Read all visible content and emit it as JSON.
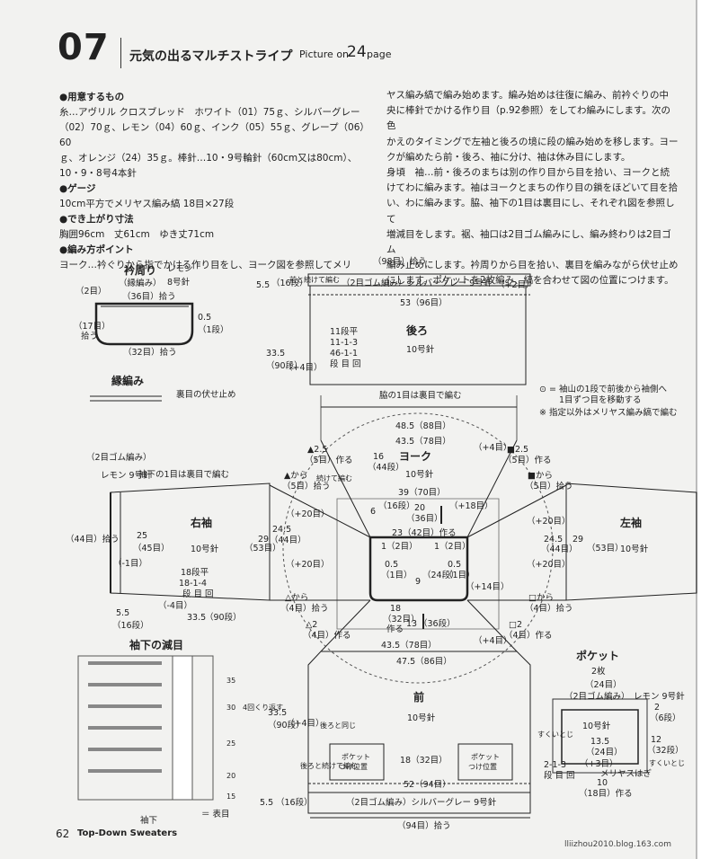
{
  "header": {
    "number": "07",
    "title": "元気の出るマルチストライプ",
    "picture_on": "Picture on",
    "page_ref": "24",
    "page_word": "page"
  },
  "materials": {
    "heading": "●用意するもの",
    "line1": "糸…アヴリル クロスブレッド　ホワイト（01）75ｇ、シルバーグレー",
    "line2": "（02）70ｇ、レモン（04）60ｇ、インク（05）55ｇ、グレープ（06）60",
    "line3": "ｇ、オレンジ（24）35ｇ。棒針…10・9号輪針（60cm又は80cm）、",
    "line4": "10・9・8号4本針"
  },
  "gauge": {
    "heading": "●ゲージ",
    "text": "10cm平方でメリヤス編み縞 18目×27段"
  },
  "size": {
    "heading": "●でき上がり寸法",
    "text": "胸囲96cm　丈61cm　ゆき丈71cm"
  },
  "method": {
    "heading": "●編み方ポイント",
    "line1": "ヨーク…衿ぐりから指でかける作り目をし、ヨーク図を参照してメリ"
  },
  "right_text": {
    "l1": "ヤス編み縞で編み始めます。編み始めは往復に編み、前衿ぐりの中",
    "l2": "央に棒針でかける作り目（p.92参照）をしてわ編みにします。次の色",
    "l3": "かえのタイミングで左袖と後ろの境に段の編み始めを移します。ヨー",
    "l4": "クが編めたら前・後ろ、袖に分け、袖は休み目にします。",
    "l5": "身頃　袖…前・後ろのまちは別の作り目から目を拾い、ヨークと続",
    "l6": "けてわに編みます。袖はヨークとまちの作り目の鎖をほどいて目を拾",
    "l7": "い、わに編みます。脇、袖下の1目は裏目にし、それぞれ図を参照して",
    "l8": "増減目をします。裾、袖口は2目ゴム編みにし、編み終わりは2目ゴム",
    "l9": "編み止めにします。衿周りから目を拾い、裏目を編みながら伏せ止め",
    "l10": "にします。ポケットを2枚編み、縞を合わせて図の位置につけます。"
  },
  "diagram": {
    "collar_title": "衿周り",
    "collar_color": "レモン",
    "collar_stitch": "（縁編み）",
    "collar_needle": "8号針",
    "collar_36": "（36目）拾う",
    "collar_2": "（2目）",
    "collar_17": "（17目）",
    "collar_pick": "拾う",
    "collar_32": "（32目）拾う",
    "collar_05": "0.5",
    "collar_1": "（1段）",
    "edge_title": "縁編み",
    "edge_note": "裏目の伏せ止め",
    "back_98": "（98目）拾う",
    "back_rib": "（2目ゴム編み）シルバーグレー 9号針",
    "back_plus2": "（+2目）",
    "back_53": "53（96目）",
    "back_title": "後ろ",
    "back_needle": "10号針",
    "back_11": "11段平",
    "back_11b": "11-1-3",
    "back_46": "46-1-1",
    "back_step": "段 目 回",
    "back_front_cont": "前と続けて編む",
    "back_55": "5.5",
    "back_16": "（16段）",
    "back_335": "33.5",
    "back_90": "（90段）",
    "back_plus4": "（+4目）",
    "back_side": "脇の1目は裏目で編む",
    "back_485": "48.5（88目）",
    "back_435": "43.5（78目）",
    "back_plus4b": "（+4目）",
    "legend_note1": "⊙ = 袖山の1段で前後から袖側へ",
    "legend_note2": "1目ずつ目を移動する",
    "legend_note3": "※ 指定以外はメリヤス編み縞で編む",
    "yoke_title": "ヨーク",
    "yoke_needle": "10号針",
    "yoke_16": "16",
    "yoke_44": "（44段）",
    "yoke_39": "39（70目）",
    "yoke_20": "20",
    "yoke_36": "（36目）",
    "yoke_plus18": "（+18目）",
    "yoke_6": "6",
    "yoke_16b": "（16段）",
    "yoke_23": "23（42目）作る",
    "yoke_1a": "1（2目）",
    "yoke_1b": "1（2目）",
    "yoke_05a": "0.5",
    "yoke_05b": "0.5",
    "yoke_1c": "（1目）",
    "yoke_1d": "（1目）",
    "yoke_9": "9",
    "yoke_24": "（24段）",
    "yoke_plus14": "（+14目）",
    "yoke_18": "18",
    "yoke_32": "（32目）",
    "yoke_make": "作る",
    "yoke_13": "13",
    "yoke_36b": "（36段）",
    "tri_a": "▲2.5",
    "tri_a2": "（5目）作る",
    "tri_b": "▲から",
    "tri_b2": "（5目）拾う",
    "sq_a": "■2.5",
    "sq_a2": "（5目）作る",
    "sq_b": "■から",
    "sq_b2": "（5目）拾う",
    "cont_knit": "続けて編む",
    "plus20a": "（+20目）",
    "plus20b": "（+20目）",
    "plus20c": "（+20目）",
    "plus20d": "（+20目）",
    "r_sleeve": "右袖",
    "l_sleeve": "左袖",
    "sleeve_needle": "10号針",
    "sleeve_needle2": "10号針",
    "sleeve_under": "袖下の1目は裏目で編む",
    "rib_label": "（2目ゴム編み）",
    "rib_color": "レモン 9号針",
    "s_44": "（44目）拾う",
    "s_25": "25",
    "s_45": "（45目）",
    "s_minus1": "（-1目）",
    "s_29": "29",
    "s_53": "（53目）",
    "s_245": "24.5",
    "s_44b": "（44目）",
    "s_18": "18段平",
    "s_18b": "18-1-4",
    "s_step": "段 目 回",
    "s_minus4": "（-4目）",
    "s_55": "5.5",
    "s_16": "（16段）",
    "s_335": "33.5",
    "s_90": "（90段）",
    "tri_c": "△から",
    "tri_c2": "（4目）拾う",
    "sq_c": "□から",
    "sq_c2": "（4目）拾う",
    "tri_d": "△2",
    "tri_d2": "（4目）作る",
    "sq_d": "□2",
    "sq_d2": "（4目）作る",
    "ls_29": "29",
    "ls_53": "（53目）",
    "ls_245": "24.5",
    "ls_44": "（44目）",
    "dec_title": "袖下の減目",
    "dec_legend": "＝ 表目",
    "dec_repeat": "4回くり返す",
    "dec_under": "袖下",
    "dec_r1": "35",
    "dec_r2": "30",
    "dec_r3": "25",
    "dec_r4": "20",
    "dec_r5": "15",
    "front_435": "43.5（78目）",
    "front_plus4": "（+4目）",
    "front_475": "47.5（86目）",
    "front_title": "前",
    "front_needle": "10号針",
    "front_back_same": "後ろと同じ",
    "front_335": "33.5",
    "front_90": "（90段）",
    "front_plus4b": "（+4目）",
    "front_18": "18（32目）",
    "pocket_pos": "ポケット",
    "pocket_pos2": "つけ位置",
    "front_52": "52（94目）",
    "front_rib": "（2目ゴム編み）シルバーグレー 9号針",
    "front_94": "（94目）拾う",
    "front_55": "5.5",
    "front_16": "（16段）",
    "front_cont": "後ろと続けて編む",
    "pocket_title": "ポケット",
    "pocket_count": "2枚",
    "pocket_24": "（24目）",
    "pocket_rib": "（2目ゴム編み）",
    "pocket_rib_c": "レモン 9号針",
    "pocket_needle": "10号針",
    "pocket_135": "13.5",
    "pocket_24b": "（24目）",
    "pocket_plus3": "（+3目）",
    "pocket_meri": "メリヤスはぎ",
    "pocket_213": "2-1-3",
    "pocket_step": "段 目 回",
    "pocket_10": "10",
    "pocket_18": "（18目）作る",
    "pocket_2": "2",
    "pocket_6": "（6段）",
    "pocket_12": "12",
    "pocket_32": "（32段）",
    "pocket_side_l": "すくいとじ",
    "pocket_side_r": "すくいとじ"
  },
  "footer": {
    "page": "62",
    "title": "Top-Down Sweaters",
    "watermark": "lliizhou2010.blog.163.com"
  }
}
